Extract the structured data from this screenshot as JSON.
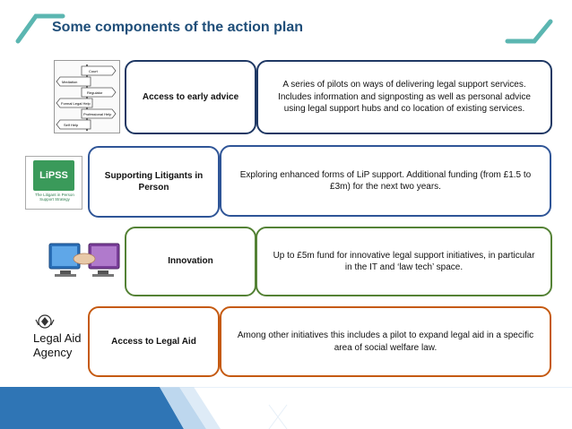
{
  "slide": {
    "title": "Some components of the action plan"
  },
  "rows": [
    {
      "label": "Access to early advice",
      "description": "A series of pilots on ways of delivering legal support services. Includes information and signposting as well as personal advice using legal support hubs and co location of existing services.",
      "icon": "signpost-icon",
      "signs": [
        "Court",
        "Mediation",
        "Regulator",
        "Formal Legal Help",
        "Professional Help",
        "Self Help"
      ]
    },
    {
      "label": "Supporting Litigants in Person",
      "description": "Exploring enhanced forms of LiP support. Additional funding (from £1.5 to £3m) for the next two years.",
      "icon": "lipss-logo",
      "logo_title": "LiPSS",
      "logo_sub": "The Litigant in Person Support Strategy"
    },
    {
      "label": "Innovation",
      "description": "Up to £5m fund for innovative legal support initiatives, in particular in the IT and ‘law tech’ space.",
      "icon": "handshake-monitors-icon"
    },
    {
      "label": "Access to Legal Aid",
      "description": "Among other initiatives this includes a pilot  to expand legal aid in a specific area of social welfare law.",
      "icon": "legal-aid-agency-logo",
      "logo_line1": "Legal Aid",
      "logo_line2": "Agency"
    }
  ],
  "colors": {
    "title": "#1f4e79",
    "accent_teal": "#5bb6b1",
    "navy": "#1f3864",
    "blue": "#2f5597",
    "green": "#548235",
    "orange": "#c55a11",
    "footer": "#2f75b5"
  }
}
